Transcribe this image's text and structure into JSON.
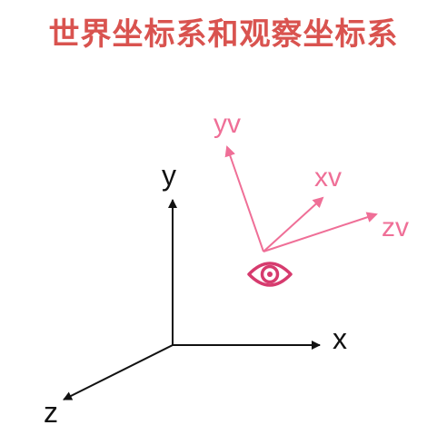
{
  "title": "世界坐标系和观察坐标系",
  "world_axes": {
    "x": "x",
    "y": "y",
    "z": "z"
  },
  "view_axes": {
    "xv": "xv",
    "yv": "yv",
    "zv": "zv"
  },
  "icons": {
    "eye": "eye-icon"
  },
  "colors": {
    "title": "#d9534f",
    "world": "#111111",
    "view": "#ef6f97",
    "eye": "#d63b6e"
  }
}
